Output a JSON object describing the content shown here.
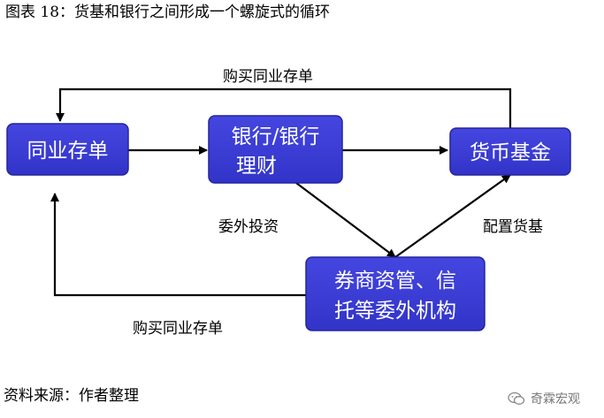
{
  "title": "图表 18：货基和银行之间形成一个螺旋式的循环",
  "source": "资料来源：作者整理",
  "watermark": "奇霖宏观",
  "colors": {
    "box_fill": "#3d3fd6",
    "box_border": "#24249a",
    "arrow": "#000000"
  },
  "nodes": {
    "cd": {
      "lines": [
        "同业存单"
      ]
    },
    "bank": {
      "lines": [
        "银行/银行",
        "理财"
      ]
    },
    "mmf": {
      "lines": [
        "货币基金"
      ]
    },
    "broker": {
      "lines": [
        "券商资管、信",
        "托等委外机构"
      ]
    }
  },
  "edges": {
    "top_buy": "购买同业存单",
    "bottom_buy": "购买同业存单",
    "entrust": "委外投资",
    "allocate": "配置货基"
  }
}
